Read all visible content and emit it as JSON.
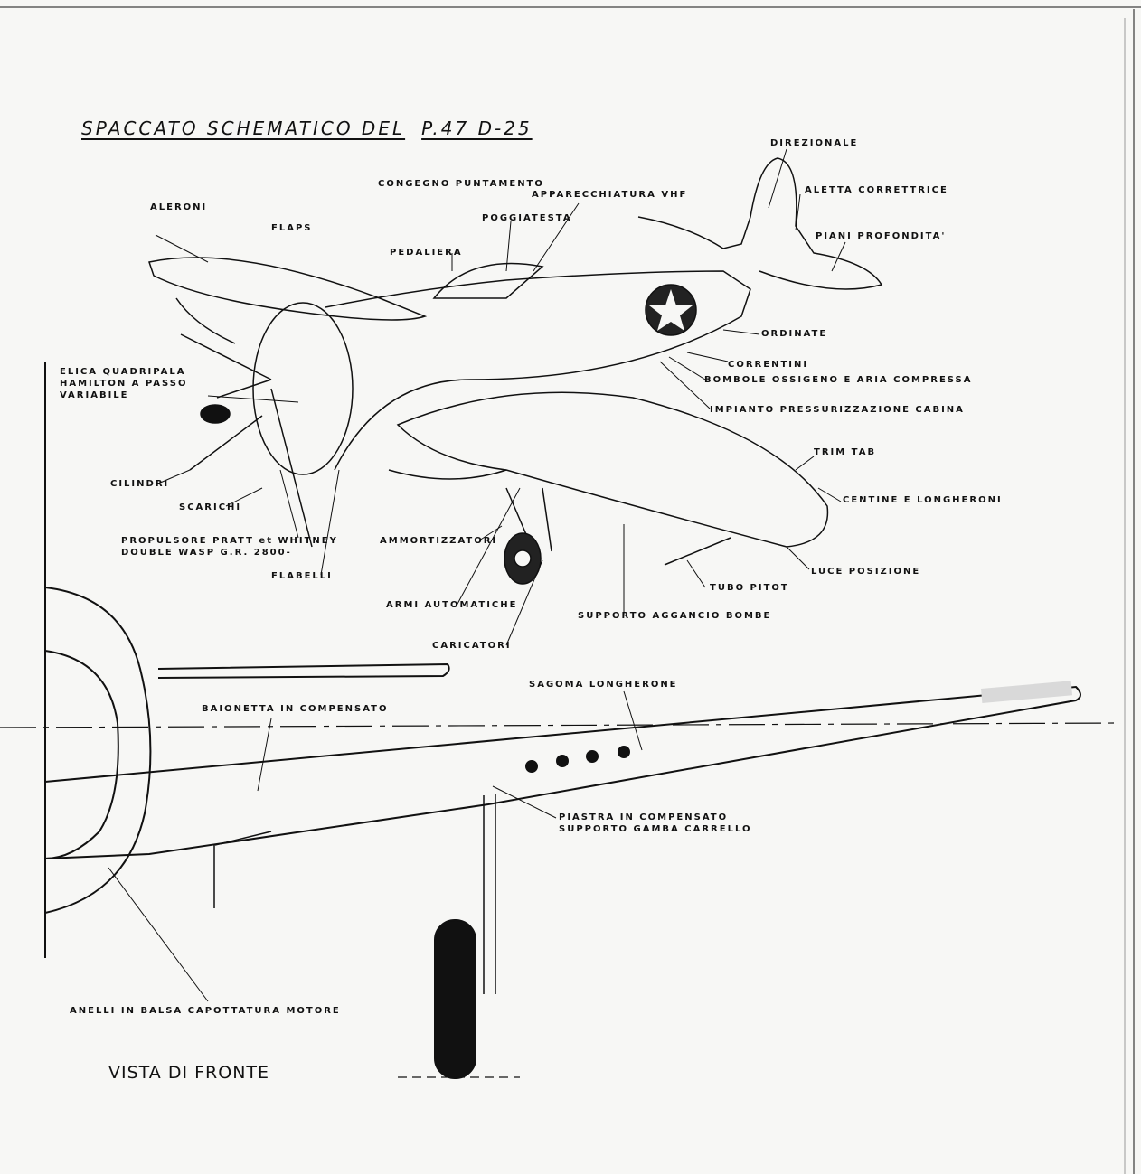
{
  "title": {
    "prefix": "SPACCATO SCHEMATICO DEL",
    "model": "P.47 D-25"
  },
  "labels": {
    "direzionale": "DIREZIONALE",
    "congegno": "CONGEGNO PUNTAMENTO",
    "vhf": "APPARECCHIATURA VHF",
    "aletta": "ALETTA CORRETTRICE",
    "aleroni": "ALERONI",
    "poggiatesta": "POGGIATESTA",
    "flaps": "FLAPS",
    "piani": "PIANI PROFONDITA'",
    "pedaliera": "PEDALIERA",
    "ordinate": "ORDINATE",
    "correntini": "CORRENTINI",
    "bombole": "BOMBOLE OSSIGENO E ARIA COMPRESSA",
    "impianto": "IMPIANTO PRESSURIZZAZIONE CABINA",
    "elica": [
      "ELICA QUADRIPALA",
      "HAMILTON A PASSO",
      "VARIABILE"
    ],
    "trim_tab": "TRIM TAB",
    "cilindri": "CILINDRI",
    "centine": "CENTINE E LONGHERONI",
    "scarichi": "SCARICHI",
    "propulsore": [
      "PROPULSORE PRATT et WHITNEY",
      "DOUBLE WASP G.R. 2800-"
    ],
    "ammortizzatori": "AMMORTIZZATORI",
    "flabelli": "FLABELLI",
    "luce": "LUCE POSIZIONE",
    "pitot": "TUBO PITOT",
    "armi": "ARMI AUTOMATICHE",
    "supporto_bombe": "SUPPORTO AGGANCIO BOMBE",
    "caricatori": "CARICATORI",
    "sagoma": "SAGOMA LONGHERONE",
    "baionetta": "BAIONETTA IN COMPENSATO",
    "piastra": [
      "PIASTRA IN COMPENSATO",
      "SUPPORTO GAMBA CARRELLO"
    ],
    "anelli": "ANELLI IN BALSA CAPOTTATURA MOTORE"
  },
  "vista": "VISTA DI FRONTE"
}
